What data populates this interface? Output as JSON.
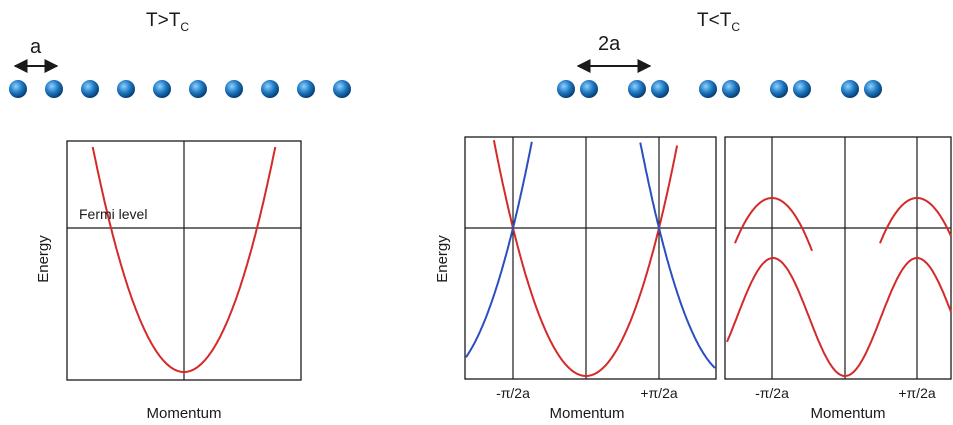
{
  "left_panel": {
    "title_main": "T>T",
    "title_sub": "C",
    "spacing_label": "a",
    "chain_atoms": 10,
    "annotation": "Fermi level",
    "ylabel": "Energy",
    "xlabel": "Momentum"
  },
  "right_panel": {
    "title_main": "T<T",
    "title_sub": "C",
    "spacing_label": "2a",
    "chain_pairs": 5,
    "ylabel": "Energy",
    "xlabel_mid": "Momentum",
    "xlabel_right": "Momentum",
    "tick_neg": "-π/2a",
    "tick_pos": "+π/2a"
  },
  "colors": {
    "band": "#d42a2a",
    "folded_band": "#2a4fbf",
    "atom_dark": "#0b4f8f",
    "atom_light": "#6fb6ec",
    "frame": "#1a1a1a"
  }
}
